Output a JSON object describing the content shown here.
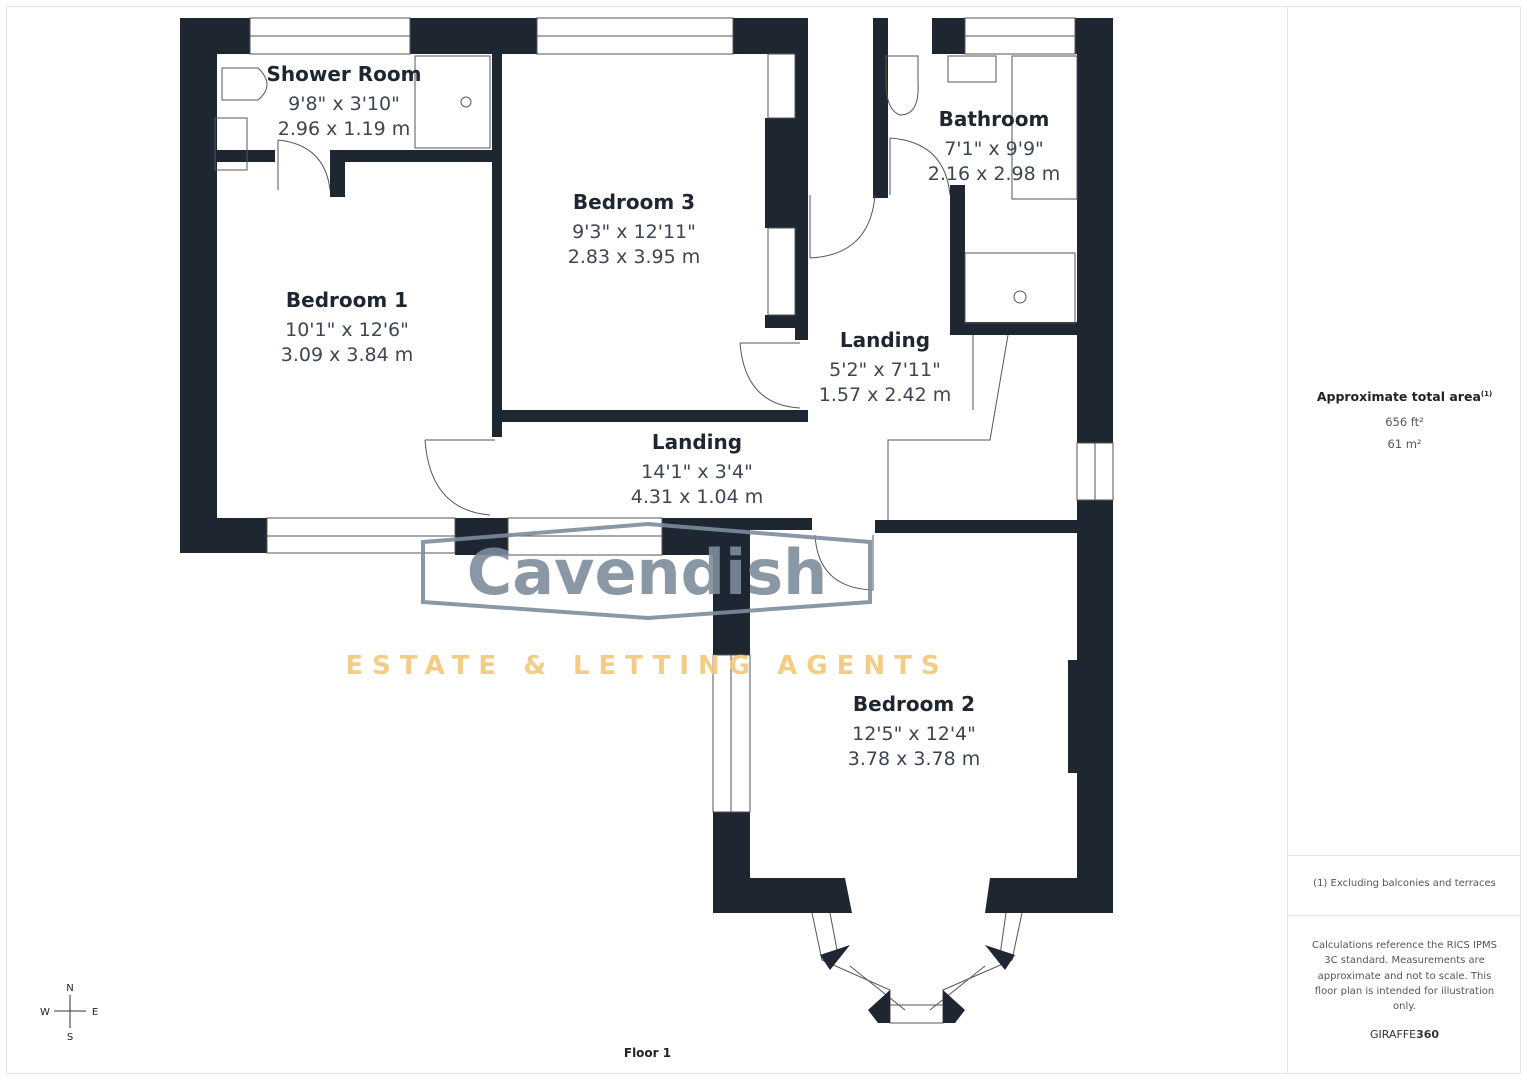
{
  "rooms": [
    {
      "name": "Shower Room",
      "imperial": "9'8\" x 3'10\"",
      "metric": "2.96 x 1.19 m"
    },
    {
      "name": "Bedroom 3",
      "imperial": "9'3\" x 12'11\"",
      "metric": "2.83 x 3.95 m"
    },
    {
      "name": "Bathroom",
      "imperial": "7'1\" x 9'9\"",
      "metric": "2.16 x 2.98 m"
    },
    {
      "name": "Bedroom 1",
      "imperial": "10'1\" x 12'6\"",
      "metric": "3.09 x 3.84 m"
    },
    {
      "name": "Landing",
      "imperial": "5'2\" x 7'11\"",
      "metric": "1.57 x 2.42 m"
    },
    {
      "name": "Landing",
      "imperial": "14'1\" x 3'4\"",
      "metric": "4.31 x 1.04 m"
    },
    {
      "name": "Bedroom 2",
      "imperial": "12'5\" x 12'4\"",
      "metric": "3.78 x 3.78 m"
    }
  ],
  "watermark": {
    "name": "Cavendish",
    "tagline": "ESTATE & LETTING AGENTS"
  },
  "compass": {
    "n": "N",
    "s": "S",
    "e": "E",
    "w": "W"
  },
  "floor_label": "Floor 1",
  "panel": {
    "area_title": "Approximate total area",
    "area_footnote_mark": "(1)",
    "area_ft": "656 ft²",
    "area_m": "61 m²",
    "note1": "(1) Excluding balconies and terraces",
    "note2": "Calculations reference the RICS IPMS 3C standard. Measurements are approximate and not to scale. This floor plan is intended for illustration only.",
    "brand_a": "GIRAFFE",
    "brand_b": "360"
  },
  "colors": {
    "wall": "#1e2631",
    "watermark": "#7d8d9b",
    "tagline": "#f2c77a"
  }
}
